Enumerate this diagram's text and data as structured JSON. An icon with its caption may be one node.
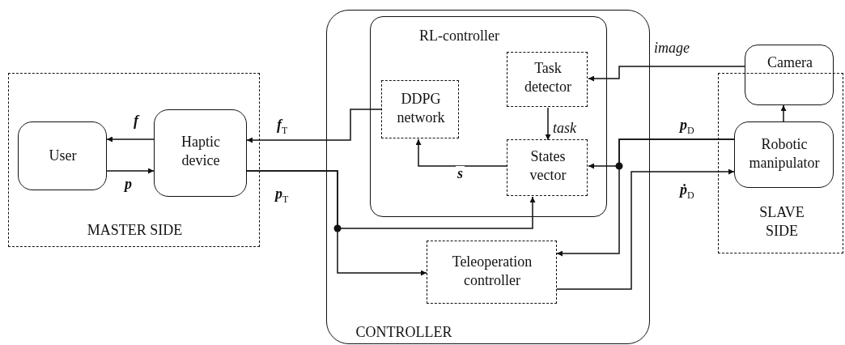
{
  "diagram": {
    "nodes": [
      {
        "text": [
          "MASTER SIDE"
        ]
      },
      {
        "text": [
          "User"
        ],
        "in": 0
      },
      {
        "text": [
          "Haptic device"
        ],
        "in": 0
      },
      {
        "text": [
          "CONTROLLER"
        ]
      },
      {
        "text": [
          "RL-controller"
        ],
        "in": 3
      },
      {
        "text": [
          "DDPG network"
        ],
        "in": 4
      },
      {
        "text": [
          "Task detector"
        ],
        "in": 4
      },
      {
        "text": [
          "States vector"
        ],
        "in": 4
      },
      {
        "text": [
          "Teleoperation controller"
        ],
        "in": 3
      },
      {
        "text": [
          "SLAVE SIDE"
        ]
      },
      {
        "text": [
          "Camera"
        ]
      },
      {
        "text": [
          "Robotic manipulator"
        ],
        "in": 9
      }
    ],
    "edges": [
      {
        "from": 2,
        "to": 1,
        "arrow": "to",
        "label": "f"
      },
      {
        "from": 1,
        "to": 2,
        "arrow": "to",
        "label": "p"
      },
      {
        "from": 5,
        "to": 2,
        "arrow": "to",
        "label": "f$_{T}$"
      },
      {
        "from": 2,
        "to": 7,
        "arrow": "to",
        "label": "p$_{T}$"
      },
      {
        "from": 2,
        "to": 8,
        "arrow": "to"
      },
      {
        "from": 10,
        "to": 6,
        "arrow": "to",
        "label": "image"
      },
      {
        "from": 6,
        "to": 7,
        "arrow": "to",
        "label": "task"
      },
      {
        "from": 7,
        "to": 5,
        "arrow": "to",
        "label": "s"
      },
      {
        "from": 11,
        "to": 7,
        "arrow": "to",
        "label": "p$_{D}$"
      },
      {
        "from": 11,
        "to": 8,
        "arrow": "to"
      },
      {
        "from": 8,
        "to": 11,
        "arrow": "to",
        "label": "ṗ$_{D}$"
      },
      {
        "from": 11,
        "to": 10,
        "arrow": "to"
      }
    ]
  }
}
